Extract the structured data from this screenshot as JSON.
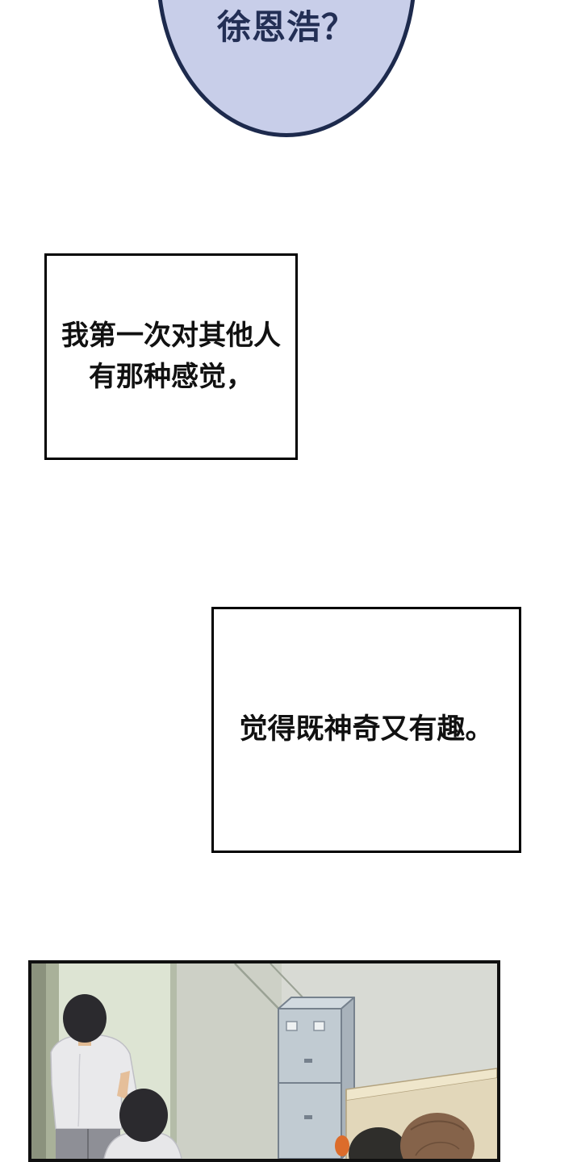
{
  "page": {
    "background": "#ffffff"
  },
  "speech_bubble": {
    "text": "徐恩浩？",
    "fill_color": "#c8cee9",
    "border_color": "#1d2a4d",
    "text_color": "#232f55"
  },
  "captions": [
    {
      "lines": [
        "我第一次对其他人",
        "有那种感觉，"
      ]
    },
    {
      "lines": [
        "觉得既神奇又有趣。"
      ]
    }
  ],
  "panel": {
    "description": "Hallway scene: student in pale shirt seen from behind walking through a greenish doorway, second dark-haired student beside him, blue-gray filing cabinet, beige counter, black-haired and brown-haired heads in the foreground with a small orange object",
    "colors": {
      "wall": "#d3d5cd",
      "doorway": "#dde4d3",
      "cabinet": "#c1cbd2",
      "counter": "#e2d7ba",
      "shirt": "#e9e9eb",
      "hair_black": "#2b2a2e",
      "hair_brown": "#85634a",
      "skin": "#e0ba93",
      "accent_orange": "#dc6c2b"
    }
  }
}
